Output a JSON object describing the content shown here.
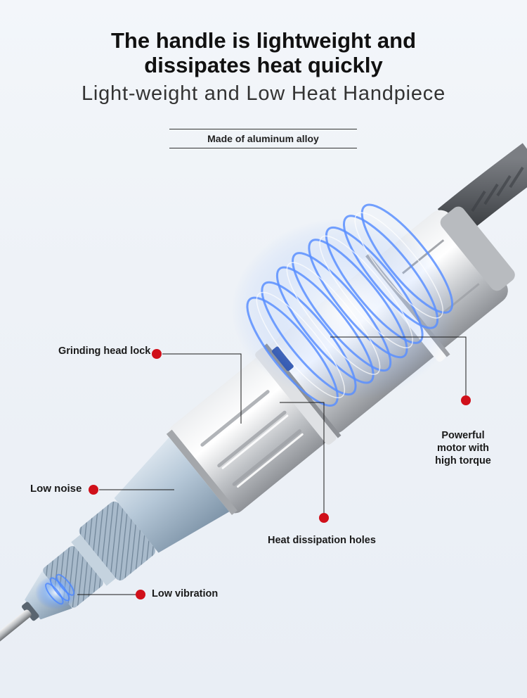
{
  "title": {
    "line1": "The handle is lightweight and",
    "line2": "dissipates heat quickly"
  },
  "subtitle": "Light-weight and Low Heat Handpiece",
  "material": "Made of aluminum alloy",
  "features": {
    "grinding_head_lock": "Grinding head lock",
    "low_noise": "Low noise",
    "low_vibration": "Low vibration",
    "heat_dissipation_holes": "Heat dissipation holes",
    "powerful_motor": {
      "line1": "Powerful",
      "line2": "motor with",
      "line3": "high torque"
    }
  },
  "colors": {
    "marker": "#d0101a",
    "glow": "#3d7dff",
    "cable": "#5d6065",
    "metal_silver": "#c7c9cc",
    "metal_blue": "#a9bccd"
  }
}
